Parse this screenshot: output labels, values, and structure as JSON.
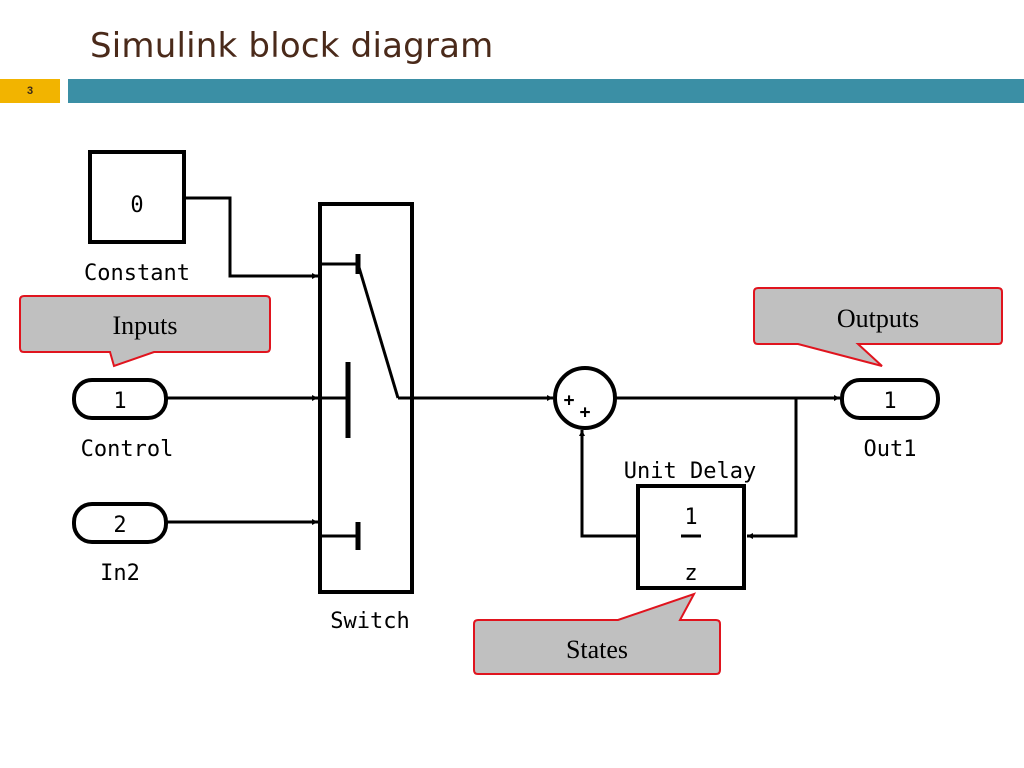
{
  "slide": {
    "title": "Simulink block diagram",
    "page_number": "3"
  },
  "blocks": {
    "constant": {
      "value": "0",
      "label": "Constant"
    },
    "control": {
      "port": "1",
      "label": "Control"
    },
    "in2": {
      "port": "2",
      "label": "In2"
    },
    "switch": {
      "label": "Switch"
    },
    "sum": {
      "sign_top": "+",
      "sign_bottom": "+"
    },
    "unit_delay": {
      "label": "Unit Delay",
      "numerator": "1",
      "denominator": "z"
    },
    "out1": {
      "port": "1",
      "label": "Out1"
    }
  },
  "callouts": {
    "inputs": "Inputs",
    "outputs": "Outputs",
    "states": "States"
  },
  "colors": {
    "title": "#4a2a1a",
    "page_box": "#f2b400",
    "title_bar": "#3b8fa5",
    "callout_fill": "#c0c0c0",
    "callout_border": "#e0141e"
  }
}
